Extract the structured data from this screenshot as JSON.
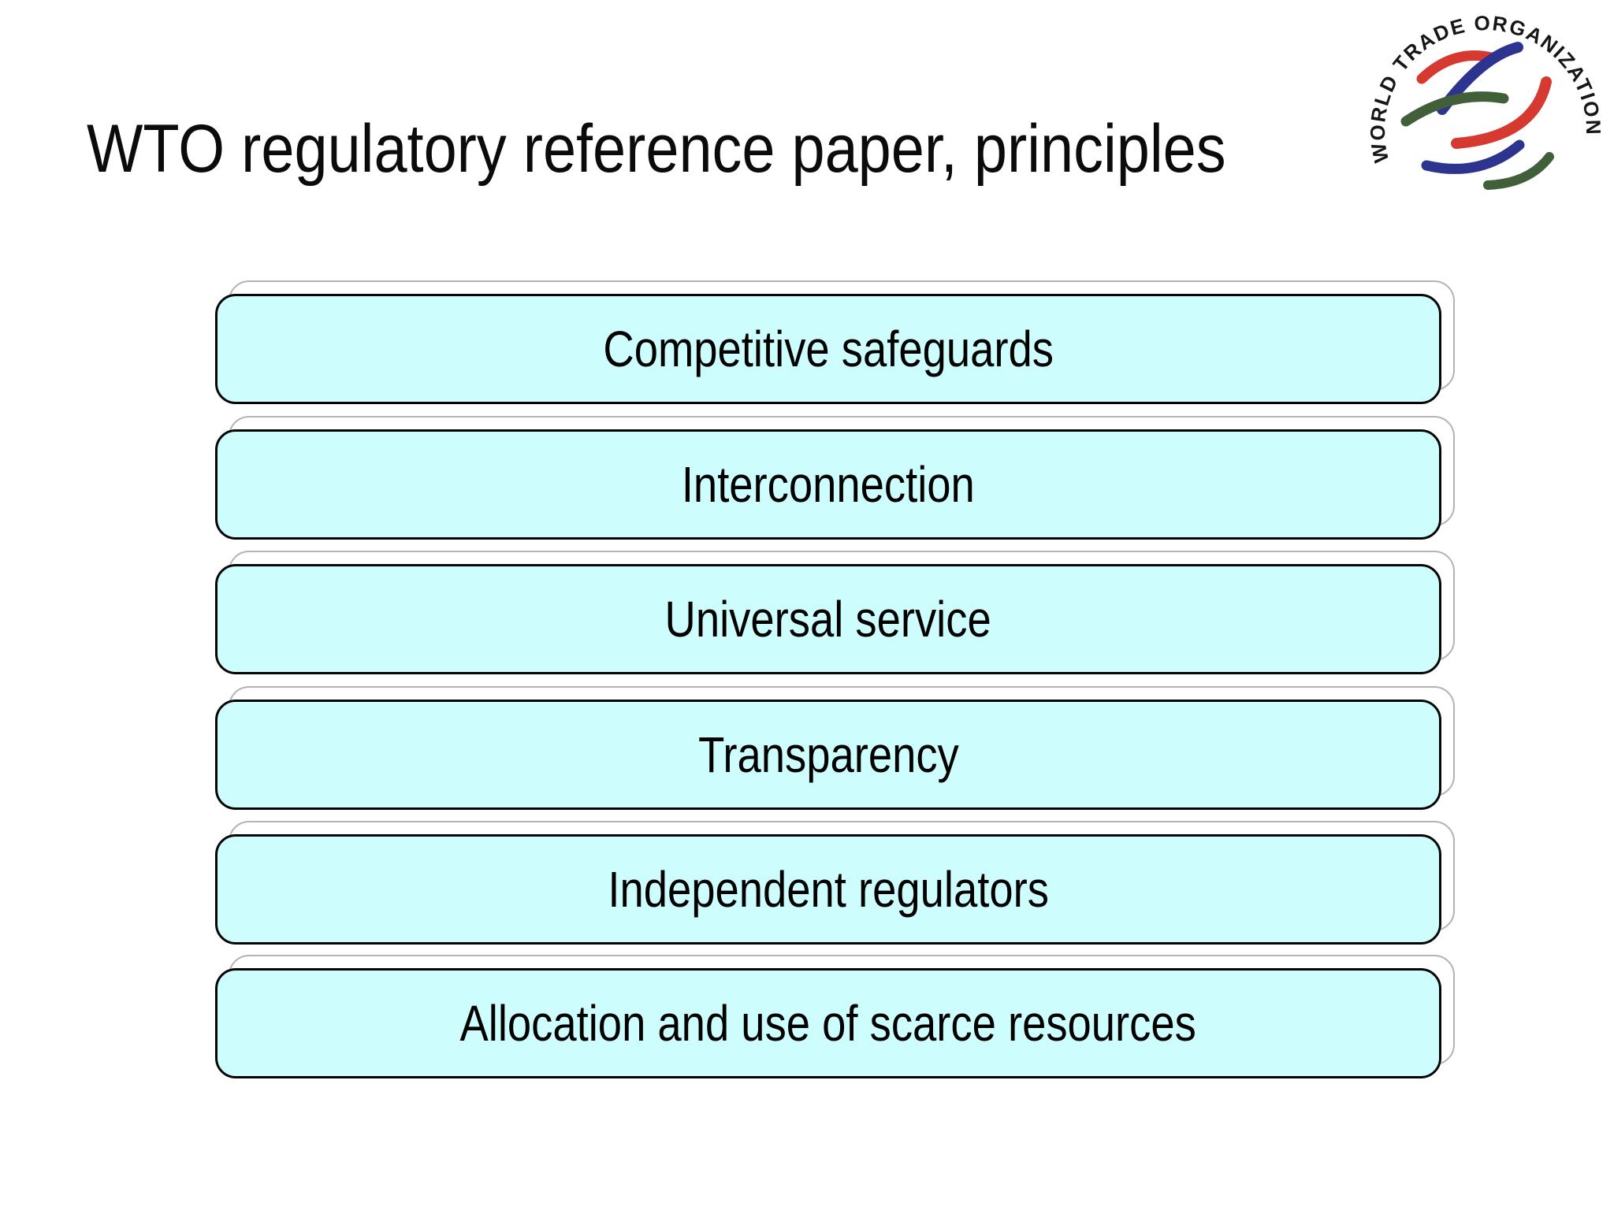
{
  "slide": {
    "title": "WTO regulatory reference paper, principles",
    "background_color": "#ffffff"
  },
  "logo": {
    "arc_text": "WORLD TRADE ORGANIZATION",
    "text_color": "#161616",
    "red": "#d5392f",
    "blue": "#2c3490",
    "green": "#415f38"
  },
  "principles": {
    "box_fill_color": "#cdfdfd",
    "box_border_color": "#050505",
    "shadow_fill_color": "#ffffff",
    "shadow_border_color": "#b3b3b3",
    "text_color": "#000000",
    "items": [
      "Competitive safeguards",
      "Interconnection",
      "Universal service",
      "Transparency",
      "Independent regulators",
      "Allocation and use of scarce resources"
    ]
  }
}
